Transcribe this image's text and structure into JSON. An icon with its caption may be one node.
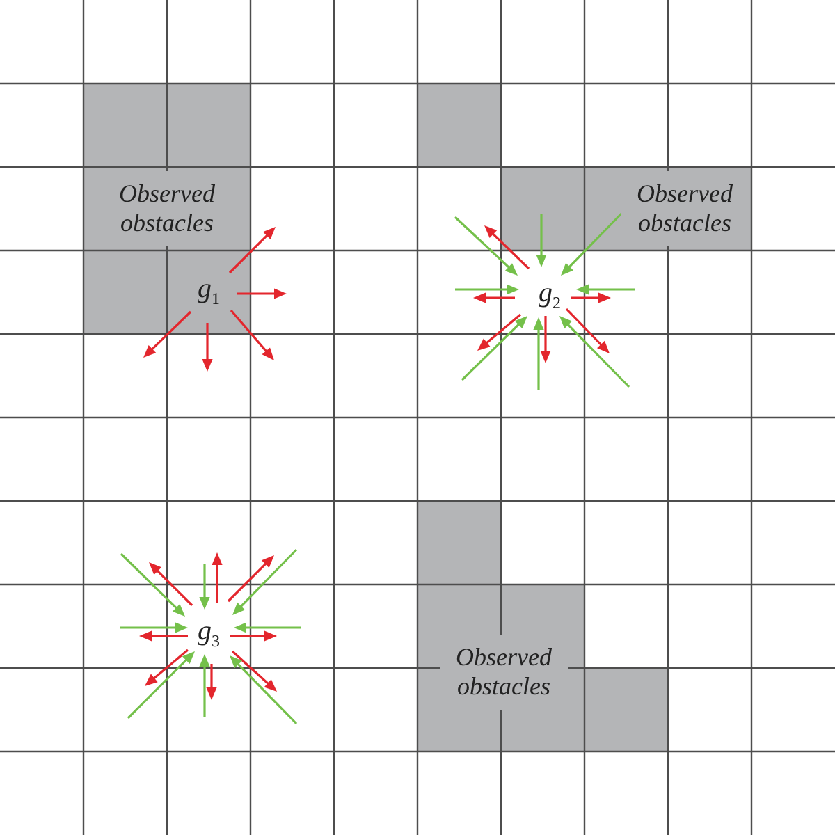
{
  "diagram": {
    "nodes": [
      {
        "text": [
          "Observed obstacles"
        ]
      },
      {
        "text": [],
        "shape": "box"
      },
      {
        "text": [
          "Observed obstacles"
        ]
      },
      {
        "text": [
          "Observed obstacles"
        ]
      }
    ],
    "labels": [
      "g$_{1}$",
      "g$_{2}$",
      "g$_{3}$"
    ]
  }
}
